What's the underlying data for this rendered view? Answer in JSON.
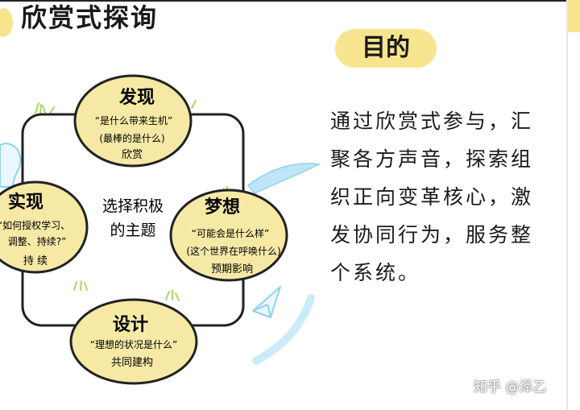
{
  "title": "欣赏式探询",
  "purpose": {
    "label": "目的",
    "lines": [
      "通过欣赏式参与，汇",
      "聚各方声音，探索组",
      "织正向变革核心，激",
      "发协同行为，服务整",
      "个系统。"
    ]
  },
  "center": {
    "line1": "选择积极",
    "line2": "的主题"
  },
  "nodes": {
    "discover": {
      "title": "发现",
      "quote": "“是什么带来生机”",
      "sub1": "(最棒的是什么)",
      "sub2": "欣赏"
    },
    "dream": {
      "title": "梦想",
      "quote": "“可能会是什么样”",
      "sub1": "(这个世界在呼唤什么)",
      "sub2": "预期影响"
    },
    "design": {
      "title": "设计",
      "quote": "“理想的状况是什么”",
      "sub1": "共同建构"
    },
    "destiny": {
      "title": "实现",
      "quote1": "“如何授权学习、",
      "quote2": "调整、持续?”",
      "sub1": "持 续"
    }
  },
  "watermark": "知乎 @泽乙",
  "colors": {
    "ellipse_fill": "#f6e9a6",
    "highlight": "#f7e48e",
    "accent_blue": "#8fd3ee",
    "grass": "#a6d86a"
  },
  "icons": [
    "lightbulb-icon",
    "paper-plane-icon",
    "swoosh-arrow-icon",
    "grass-icon"
  ]
}
